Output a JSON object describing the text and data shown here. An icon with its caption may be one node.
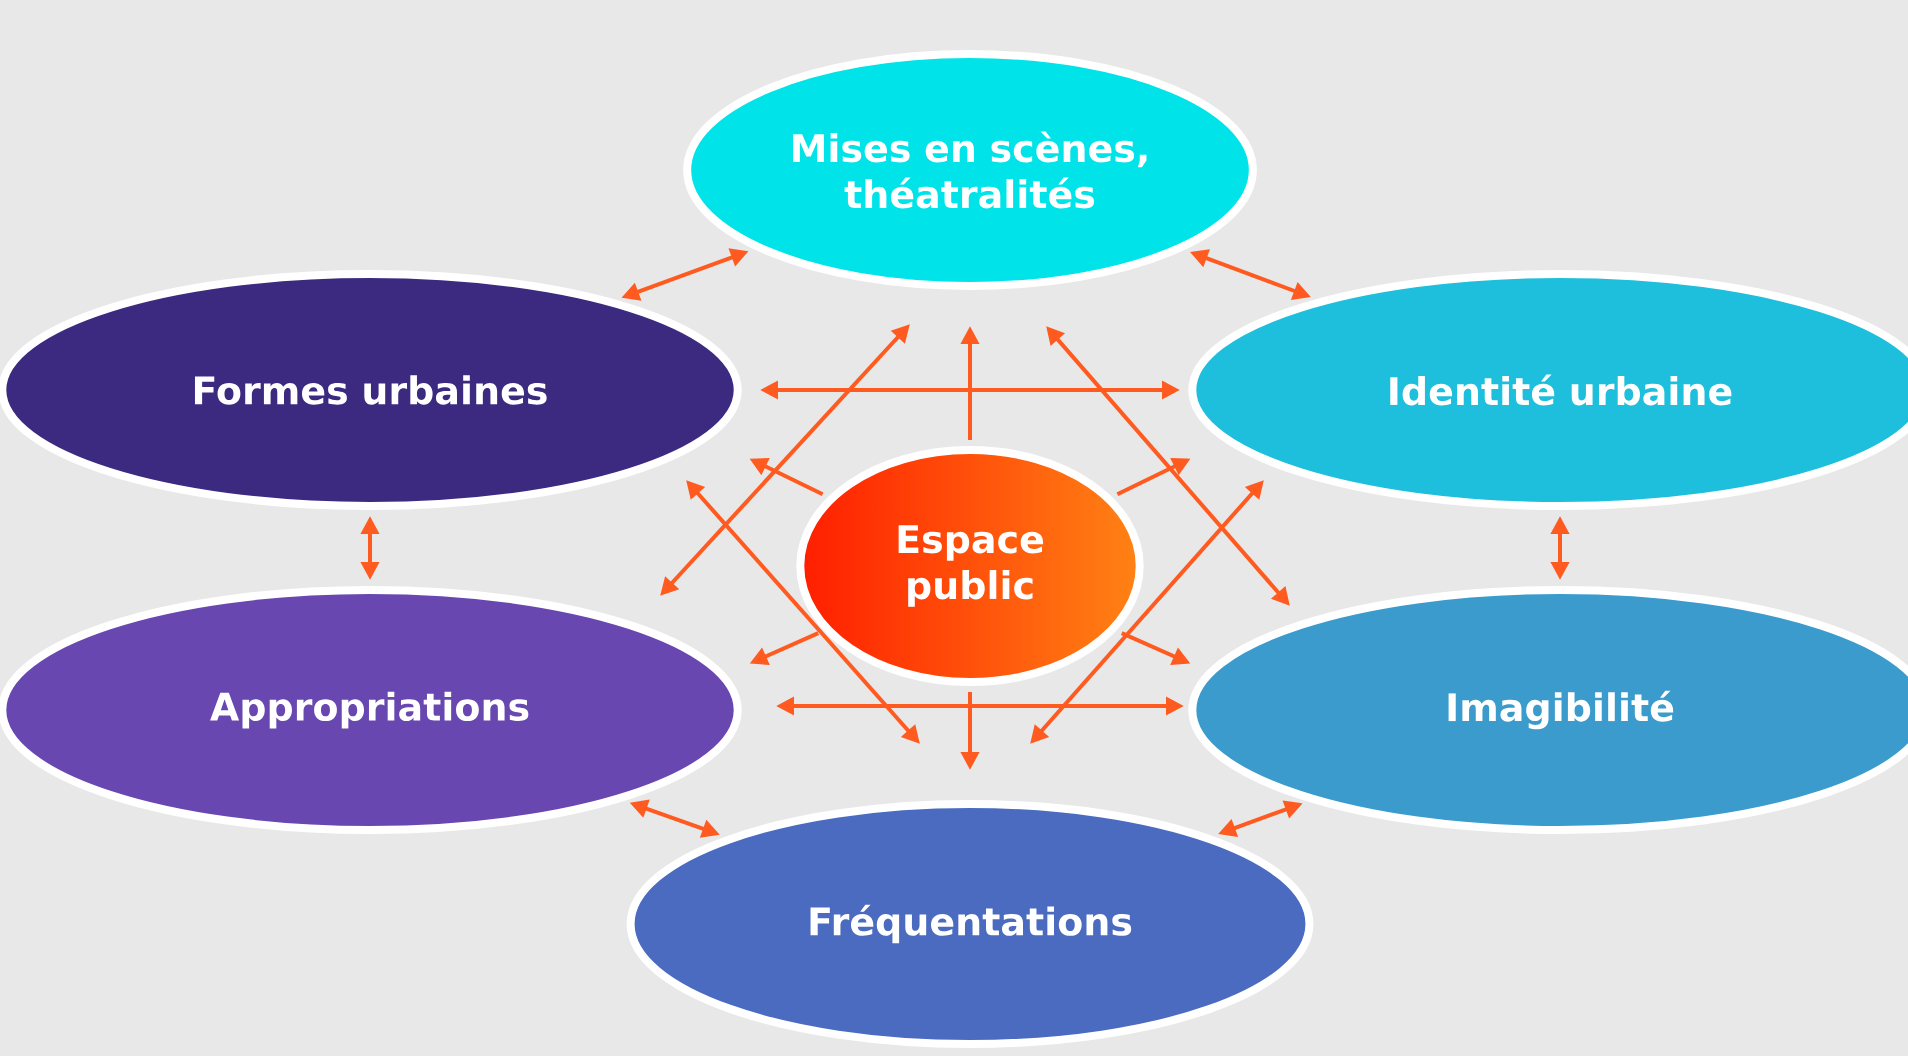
{
  "diagram": {
    "nodes": [
      {
        "text": [
          "Mises en scènes, théatralités"
        ]
      },
      {
        "text": [
          "Formes urbaines"
        ]
      },
      {
        "text": [
          "Identité urbaine"
        ]
      },
      {
        "text": [
          "Espace public"
        ]
      },
      {
        "text": [
          "Appropriations"
        ]
      },
      {
        "text": [
          "Imagibilité"
        ]
      },
      {
        "text": [
          "Fréquentations"
        ]
      }
    ],
    "edges": [
      {
        "from": 1,
        "to": 0,
        "arrow": "both"
      },
      {
        "from": 0,
        "to": 2,
        "arrow": "both"
      },
      {
        "from": 1,
        "to": 4,
        "arrow": "both"
      },
      {
        "from": 2,
        "to": 5,
        "arrow": "both"
      },
      {
        "from": 4,
        "to": 6,
        "arrow": "both"
      },
      {
        "from": 6,
        "to": 5,
        "arrow": "both"
      },
      {
        "from": 3,
        "to": null,
        "arrow": "to"
      },
      {
        "from": 3,
        "to": null,
        "arrow": "to"
      },
      {
        "from": 3,
        "to": null,
        "arrow": "to"
      },
      {
        "from": 3,
        "to": null,
        "arrow": "to"
      },
      {
        "from": 3,
        "to": null,
        "arrow": "to"
      },
      {
        "from": 3,
        "to": null,
        "arrow": "to"
      }
    ]
  }
}
